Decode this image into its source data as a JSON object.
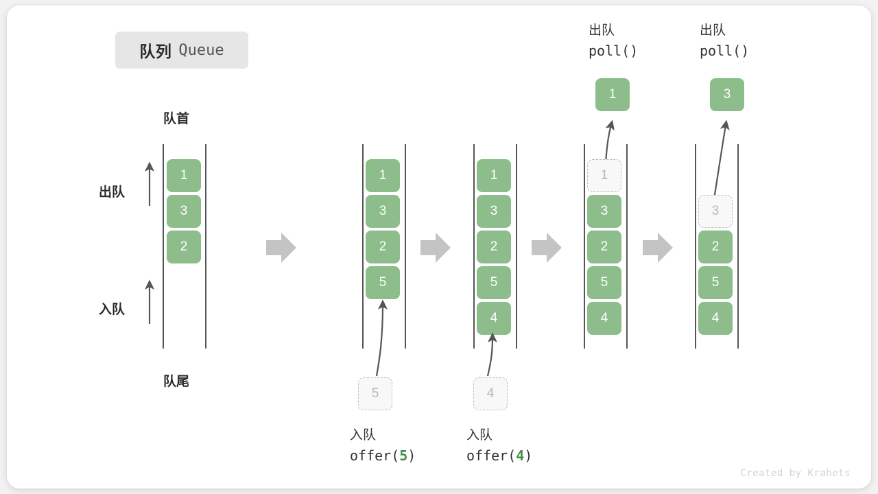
{
  "title": {
    "cn": "队列",
    "en": "Queue"
  },
  "watermark": "Created by Krahets",
  "colors": {
    "item_fill": "#8cbd8b",
    "ghost_fill": "#f8f8f8",
    "ghost_border": "#bdbdbd",
    "arrow_gray": "#c4c4c4",
    "line_gray": "#555555",
    "accent_green": "#3f8f46",
    "chip_bg": "#e6e6e6",
    "card_bg": "#ffffff",
    "page_bg": "#f2f2f2"
  },
  "side_labels": {
    "front": "队首",
    "rear": "队尾",
    "dequeue": "出队",
    "enqueue": "入队"
  },
  "steps": [
    {
      "id": "initial",
      "items": [
        {
          "value": "1",
          "state": "filled"
        },
        {
          "value": "3",
          "state": "filled"
        },
        {
          "value": "2",
          "state": "filled"
        }
      ],
      "incoming": null,
      "result": null,
      "op_cn": null,
      "op_code_prefix": null,
      "op_code_arg": null,
      "op_code_suffix": null
    },
    {
      "id": "offer-5",
      "items": [
        {
          "value": "1",
          "state": "filled"
        },
        {
          "value": "3",
          "state": "filled"
        },
        {
          "value": "2",
          "state": "filled"
        },
        {
          "value": "5",
          "state": "filled"
        }
      ],
      "incoming": {
        "value": "5",
        "state": "ghost"
      },
      "result": null,
      "op_cn": "入队",
      "op_code_prefix": "offer(",
      "op_code_arg": "5",
      "op_code_suffix": ")"
    },
    {
      "id": "offer-4",
      "items": [
        {
          "value": "1",
          "state": "filled"
        },
        {
          "value": "3",
          "state": "filled"
        },
        {
          "value": "2",
          "state": "filled"
        },
        {
          "value": "5",
          "state": "filled"
        },
        {
          "value": "4",
          "state": "filled"
        }
      ],
      "incoming": {
        "value": "4",
        "state": "ghost"
      },
      "result": null,
      "op_cn": "入队",
      "op_code_prefix": "offer(",
      "op_code_arg": "4",
      "op_code_suffix": ")"
    },
    {
      "id": "poll-1",
      "items": [
        {
          "value": "1",
          "state": "ghost"
        },
        {
          "value": "3",
          "state": "filled"
        },
        {
          "value": "2",
          "state": "filled"
        },
        {
          "value": "5",
          "state": "filled"
        },
        {
          "value": "4",
          "state": "filled"
        }
      ],
      "incoming": null,
      "result": {
        "value": "1",
        "state": "filled"
      },
      "op_cn": "出队",
      "op_code_prefix": "poll(",
      "op_code_arg": "",
      "op_code_suffix": ")"
    },
    {
      "id": "poll-3",
      "items": [
        {
          "value": "",
          "state": "empty"
        },
        {
          "value": "3",
          "state": "ghost"
        },
        {
          "value": "2",
          "state": "filled"
        },
        {
          "value": "5",
          "state": "filled"
        },
        {
          "value": "4",
          "state": "filled"
        }
      ],
      "incoming": null,
      "result": {
        "value": "3",
        "state": "filled"
      },
      "op_cn": "出队",
      "op_code_prefix": "poll(",
      "op_code_arg": "",
      "op_code_suffix": ")"
    }
  ],
  "transitions": [
    "flow-arrow",
    "flow-arrow",
    "flow-arrow",
    "flow-arrow"
  ]
}
